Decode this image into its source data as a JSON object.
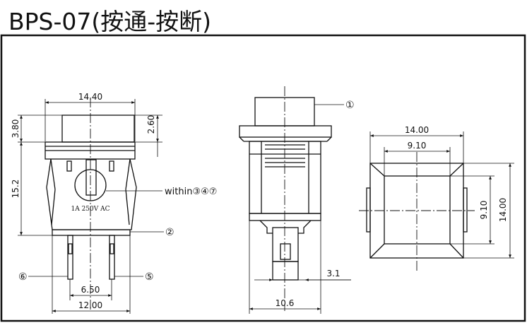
{
  "title": "BPS-07(按通-按断)",
  "front_view": {
    "dim_top_width": "14.40",
    "dim_cap_height": "3.80",
    "dim_cap_top": "2.60",
    "dim_body_height": "15.2",
    "rating_label": "1A 250V AC",
    "note_within": "within",
    "note_within_circles": "③④⑦",
    "callout_2": "②",
    "callout_6": "⑥",
    "callout_5": "⑤",
    "dim_pin_spacing": "6.50",
    "dim_bottom_width": "12.00"
  },
  "side_view": {
    "callout_1": "①",
    "dim_pin": "3.1",
    "dim_width": "10.6"
  },
  "top_view": {
    "dim_outer_width": "14.00",
    "dim_inner_width": "9.10",
    "dim_inner_height": "9.10",
    "dim_outer_height": "14.00"
  }
}
